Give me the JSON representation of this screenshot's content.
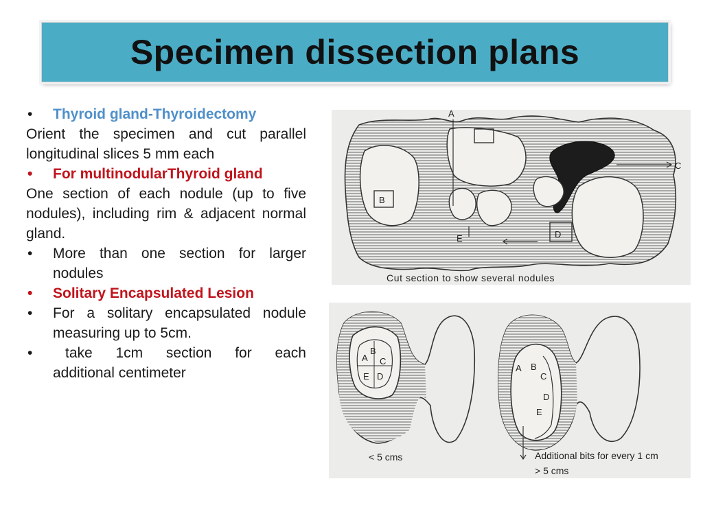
{
  "slide": {
    "title": "Specimen dissection plans"
  },
  "content": {
    "h1": "Thyroid gland-Thyroidectomy",
    "p1": "Orient the specimen and cut parallel longitudinal slices 5 mm each",
    "h2": "For multinodularThyroid gland",
    "p2": "One section of each nodule (up to five nodules), including rim & adjacent normal gland.",
    "b1": "More than one section for larger nodules",
    "h3": "Solitary Encapsulated Lesion",
    "b2": "For a solitary encapsulated nodule measuring up to 5cm.",
    "b3_words": [
      "take",
      "1cm",
      "section",
      "for",
      "each"
    ],
    "b3_rest": "additional centimeter",
    "bullet": "•"
  },
  "figure_top": {
    "labels": [
      "A",
      "B",
      "C",
      "D",
      "E"
    ],
    "caption": "Cut section to show several nodules"
  },
  "figure_bottom": {
    "left_labels": [
      "A",
      "B",
      "C",
      "E",
      "D"
    ],
    "right_labels": [
      "A",
      "B",
      "C",
      "D",
      "E"
    ],
    "caption_left": "< 5 cms",
    "caption_right_1": "Additional bits for every 1 cm",
    "caption_right_2": "> 5 cms"
  },
  "colors": {
    "title_bg": "#4bacc6",
    "heading_blue": "#4f8fc9",
    "heading_red": "#c0141c"
  }
}
